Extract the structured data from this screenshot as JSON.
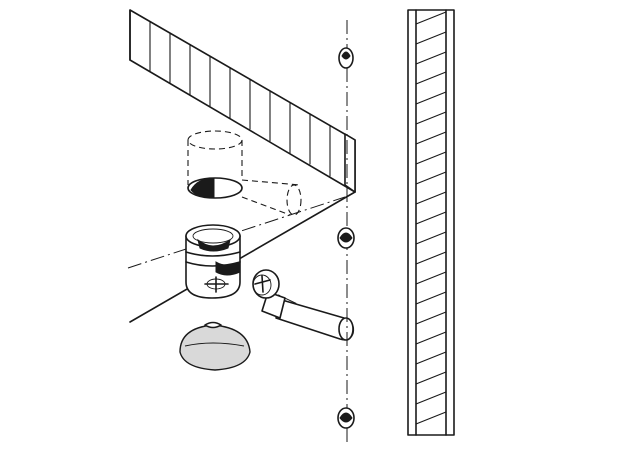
{
  "figure": {
    "kind": "assembly-illustration",
    "line_color": "#1a1a1a",
    "fill_color": "#ffffff",
    "shade_color": "#d9d9d9",
    "components": [
      "wooden-panel",
      "cam-lock-housing",
      "connector-bolt",
      "cover-cap",
      "side-panel",
      "pre-drilled-holes",
      "drill-hole-outlines"
    ]
  }
}
